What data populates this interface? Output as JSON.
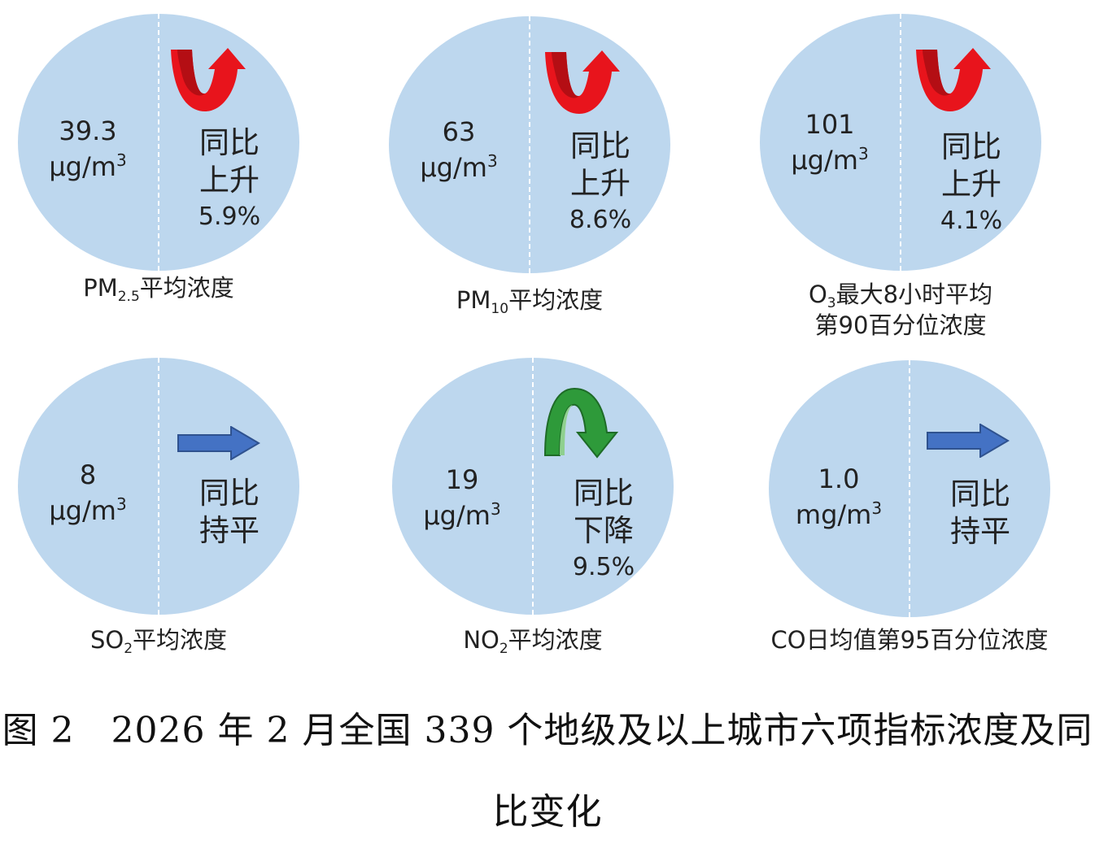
{
  "panels": [
    {
      "value": "39.3",
      "unit": "μg/m",
      "sup": "3",
      "change_label_1": "同比",
      "change_label_2": "上升",
      "change_pct": "5.9%",
      "trend": "up",
      "caption_pre": "PM",
      "caption_sub": "2.5",
      "caption_post": "平均浓度"
    },
    {
      "value": "63",
      "unit": "μg/m",
      "sup": "3",
      "change_label_1": "同比",
      "change_label_2": "上升",
      "change_pct": "8.6%",
      "trend": "up",
      "caption_pre": "PM",
      "caption_sub": "10",
      "caption_post": "平均浓度"
    },
    {
      "value": "101",
      "unit": "μg/m",
      "sup": "3",
      "change_label_1": "同比",
      "change_label_2": "上升",
      "change_pct": "4.1%",
      "trend": "up",
      "caption_pre": "O",
      "caption_sub": "3",
      "caption_post": "最大8小时平均",
      "caption_line2": "第90百分位浓度"
    },
    {
      "value": "8",
      "unit": "μg/m",
      "sup": "3",
      "change_label_1": "同比",
      "change_label_2": "持平",
      "change_pct": "",
      "trend": "flat",
      "caption_pre": "SO",
      "caption_sub": "2",
      "caption_post": "平均浓度"
    },
    {
      "value": "19",
      "unit": "μg/m",
      "sup": "3",
      "change_label_1": "同比",
      "change_label_2": "下降",
      "change_pct": "9.5%",
      "trend": "down",
      "caption_pre": "NO",
      "caption_sub": "2",
      "caption_post": "平均浓度"
    },
    {
      "value": "1.0",
      "unit": "mg/m",
      "sup": "3",
      "change_label_1": "同比",
      "change_label_2": "持平",
      "change_pct": "",
      "trend": "flat",
      "caption_pre": "CO日均值第95百分位浓度",
      "caption_sub": "",
      "caption_post": ""
    }
  ],
  "colors": {
    "circle": "#bdd7ee",
    "up_arrow": "#e8141c",
    "down_arrow": "#2e9a3a",
    "flat_arrow": "#4472c4"
  },
  "figure_caption": {
    "line1": "图 2　2026 年 2 月全国 339 个地级及以上城市六项指标浓度及同",
    "line2": "比变化"
  }
}
